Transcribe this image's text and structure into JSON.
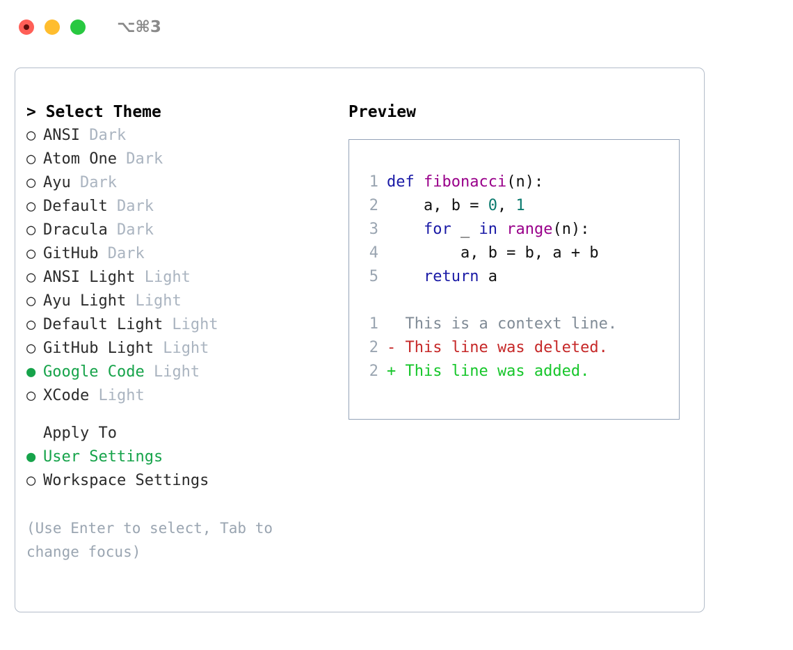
{
  "titlebar": {
    "shortcut": "⌥⌘3",
    "lights": [
      {
        "name": "close",
        "color": "#ff5f57"
      },
      {
        "name": "minimize",
        "color": "#ffbd2e"
      },
      {
        "name": "maximize",
        "color": "#28c840"
      }
    ]
  },
  "theme_section": {
    "heading": "> Select Theme",
    "caret": ">",
    "heading_label": "Select Theme",
    "marker_selected": "●",
    "marker_unselected": "○",
    "items": [
      {
        "name": "ANSI",
        "category": "Dark",
        "selected": false
      },
      {
        "name": "Atom One",
        "category": "Dark",
        "selected": false
      },
      {
        "name": "Ayu",
        "category": "Dark",
        "selected": false
      },
      {
        "name": "Default",
        "category": "Dark",
        "selected": false
      },
      {
        "name": "Dracula",
        "category": "Dark",
        "selected": false
      },
      {
        "name": "GitHub",
        "category": "Dark",
        "selected": false
      },
      {
        "name": "ANSI Light",
        "category": "Light",
        "selected": false
      },
      {
        "name": "Ayu Light",
        "category": "Light",
        "selected": false
      },
      {
        "name": "Default Light",
        "category": "Light",
        "selected": false
      },
      {
        "name": "GitHub Light",
        "category": "Light",
        "selected": false
      },
      {
        "name": "Google Code",
        "category": "Light",
        "selected": true
      },
      {
        "name": "XCode",
        "category": "Light",
        "selected": false
      }
    ]
  },
  "apply_section": {
    "heading": "Apply To",
    "items": [
      {
        "name": "User Settings",
        "selected": true
      },
      {
        "name": "Workspace Settings",
        "selected": false
      }
    ]
  },
  "hint": "(Use Enter to select, Tab to change focus)",
  "preview": {
    "title": "Preview",
    "code_lines": [
      {
        "number": "1",
        "tokens": [
          {
            "text": "def ",
            "kind": "kw"
          },
          {
            "text": "fibonacci",
            "kind": "fn"
          },
          {
            "text": "(n):",
            "kind": "punc"
          }
        ]
      },
      {
        "number": "2",
        "tokens": [
          {
            "text": "    a, b = ",
            "kind": "txt"
          },
          {
            "text": "0",
            "kind": "num"
          },
          {
            "text": ", ",
            "kind": "txt"
          },
          {
            "text": "1",
            "kind": "num"
          }
        ]
      },
      {
        "number": "3",
        "tokens": [
          {
            "text": "    ",
            "kind": "txt"
          },
          {
            "text": "for",
            "kind": "kw"
          },
          {
            "text": " _ ",
            "kind": "txt"
          },
          {
            "text": "in",
            "kind": "kw"
          },
          {
            "text": " ",
            "kind": "txt"
          },
          {
            "text": "range",
            "kind": "fn"
          },
          {
            "text": "(n):",
            "kind": "punc"
          }
        ]
      },
      {
        "number": "4",
        "tokens": [
          {
            "text": "        a, b = b, a + b",
            "kind": "txt"
          }
        ]
      },
      {
        "number": "5",
        "tokens": [
          {
            "text": "    ",
            "kind": "txt"
          },
          {
            "text": "return",
            "kind": "kw"
          },
          {
            "text": " a",
            "kind": "txt"
          }
        ]
      }
    ],
    "diff_lines": [
      {
        "number": "1",
        "sign": " ",
        "text": " This is a context line.",
        "kind": "ctx"
      },
      {
        "number": "2",
        "sign": "-",
        "text": " This line was deleted.",
        "kind": "del"
      },
      {
        "number": "2",
        "sign": "+",
        "text": " This line was added.",
        "kind": "add"
      }
    ]
  },
  "colors": {
    "accent_green": "#16a34a",
    "diff_add": "#16c62a",
    "diff_del": "#c62828",
    "muted": "#aab4c0",
    "keyword": "#1a1aa6",
    "function": "#99008a",
    "number": "#0b7a6e",
    "border": "#94a3b8"
  }
}
